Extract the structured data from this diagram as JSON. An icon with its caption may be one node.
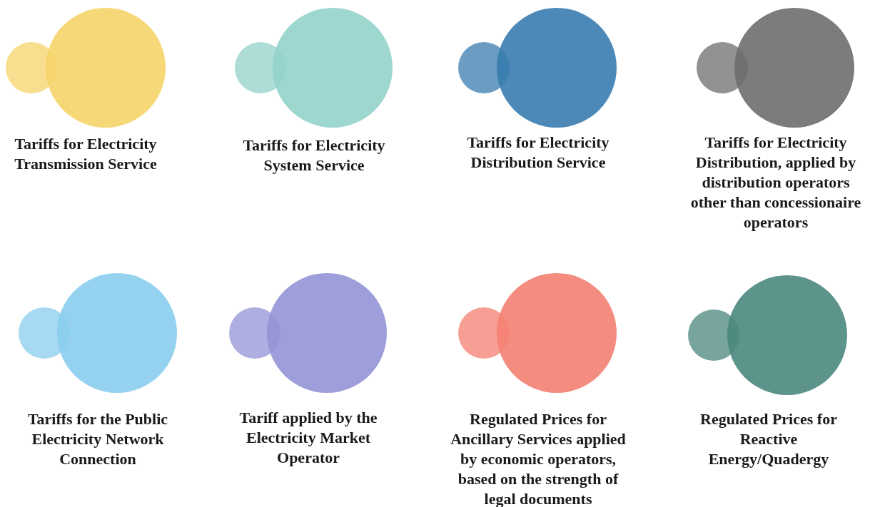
{
  "diagram": {
    "nodes": [
      {
        "text": [
          "Tariffs for Electricity Transmission Service"
        ]
      },
      {
        "text": [
          "Tariffs for Electricity System Service"
        ]
      },
      {
        "text": [
          "Tariffs for Electricity Distribution Service"
        ]
      },
      {
        "text": [
          "Tariffs for Electricity Distribution, applied by distribution operators other than concessionaire operators"
        ]
      },
      {
        "text": [
          "Tariffs for the Public Electricity Network Connection"
        ]
      },
      {
        "text": [
          "Tariff applied by the Electricity Market Operator"
        ]
      },
      {
        "text": [
          "Regulated Prices for Ancillary Services applied by economic operators, based on the strength of legal documents"
        ]
      },
      {
        "text": [
          "Regulated Prices for Reactive Energy/Quadergy"
        ]
      }
    ],
    "edges": []
  }
}
